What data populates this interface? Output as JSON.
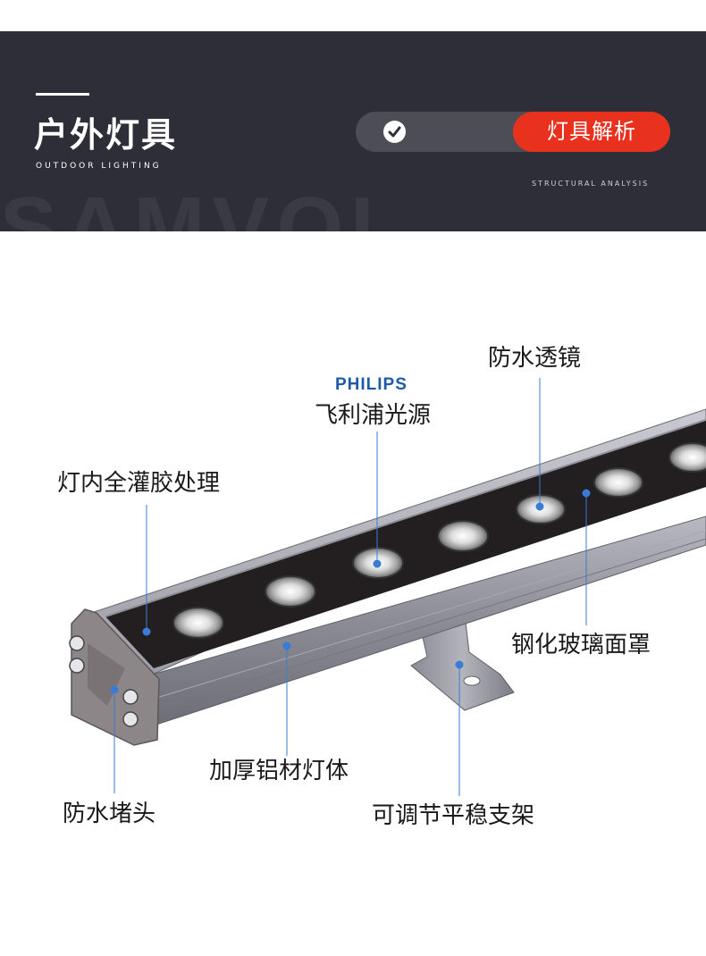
{
  "header": {
    "title": "户外灯具",
    "subtitle": "OUTDOOR LIGHTING",
    "watermark": "SAMVOL",
    "section_label": "灯具解析",
    "section_subtitle": "STRUCTURAL ANALYSIS"
  },
  "brand": "PHILIPS",
  "callouts": {
    "potting": "灯内全灌胶处理",
    "light_source": "飞利浦光源",
    "lens": "防水透镜",
    "glass_cover": "钢化玻璃面罩",
    "aluminum_body": "加厚铝材灯体",
    "end_cap": "防水堵头",
    "bracket": "可调节平稳支架"
  },
  "colors": {
    "banner_bg": "#2e2e38",
    "accent": "#e8321e",
    "callout_line": "#3a7bd5",
    "brand_blue": "#1e5aa8"
  }
}
